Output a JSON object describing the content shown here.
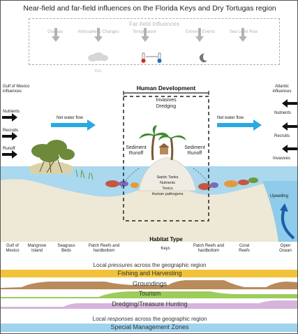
{
  "title": "Near-field and far-field influences on the Florida Keys and Dry Tortugas region",
  "far_field": {
    "heading": "Far-field Influences",
    "items": [
      "Disease",
      "Atmospheric Changes",
      "Temperature",
      "Extreme Events",
      "Sea Level Rise"
    ],
    "co2": "CO₂"
  },
  "left_influences": {
    "heading": "Gulf of Mexico influences",
    "items": [
      "Nutrients",
      "Recruits",
      "Runoff"
    ]
  },
  "right_influences": {
    "heading": "Atlantic influences",
    "items": [
      "Nutrients",
      "Recruits",
      "Invasives"
    ]
  },
  "flow": {
    "left": "Net water flow",
    "right": "Net water flow"
  },
  "human": {
    "heading": "Human Development",
    "items": [
      "Invasives",
      "Dredging"
    ],
    "sediment_left": "Sediment Runoff",
    "sediment_right": "Sediment Runoff",
    "island_items": [
      "Septic Tanks",
      "Nutrients",
      "Toxics",
      "Human pathogens"
    ]
  },
  "upwelling": "Upwelling",
  "habitat": {
    "heading": "Habitat Type",
    "types": [
      "Gulf of Mexico",
      "Mangrove Island",
      "Seagrass Beds",
      "Patch Reefs and hardbottom",
      "Keys",
      "Patch Reefs and hardbottom",
      "Coral Reefs",
      "Open Ocean"
    ]
  },
  "pressures": {
    "heading_pre": "Local ",
    "heading_em": "pressures",
    "heading_post": " across the geographic region",
    "bands": [
      {
        "label": "Fishing and Harvesting",
        "color": "#f2c33a"
      },
      {
        "label": "Groundings",
        "color": "#b98a5a"
      },
      {
        "label": "Tourism",
        "color": "#9ccc5a"
      },
      {
        "label": "Dredging/Treasure Hunting",
        "color": "#d6b4dc"
      }
    ]
  },
  "responses": {
    "heading_pre": "Local ",
    "heading_em": "responses",
    "heading_post": " across the geographic region",
    "bands": [
      {
        "label": "Special Management Zones",
        "color": "#9fd3ee"
      }
    ]
  },
  "colors": {
    "water": "#a9d8ef",
    "sand": "#eee8d6",
    "flow_arrow": "#29a9df",
    "upwelling_arrow": "#1a5ea8"
  }
}
